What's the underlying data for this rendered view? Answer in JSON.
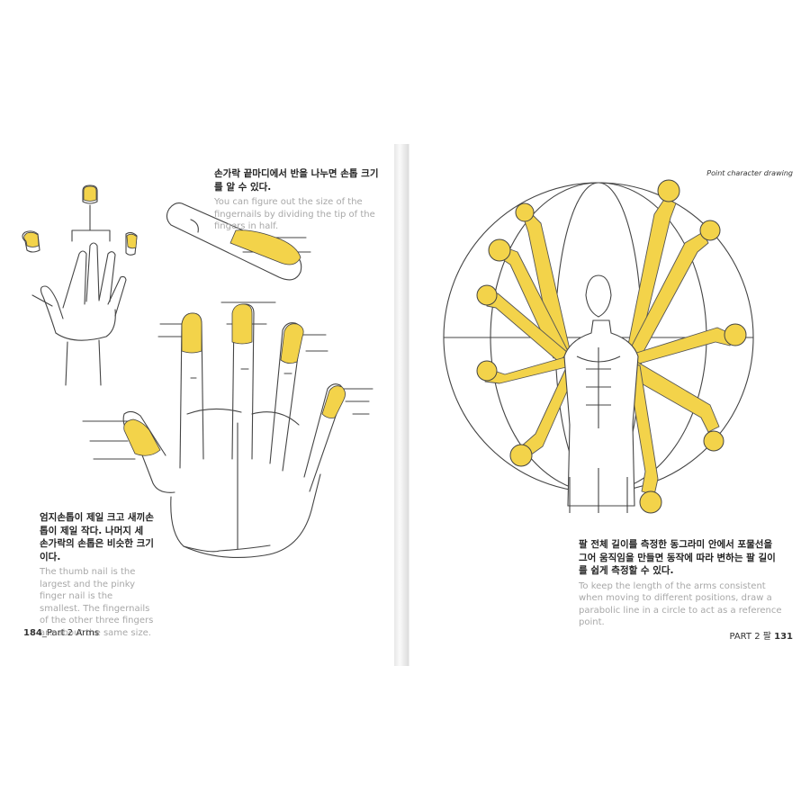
{
  "colors": {
    "highlight": "#F3D34A",
    "line": "#444444",
    "caption": "#a8a8a8"
  },
  "left_page": {
    "caption_top": {
      "korean": "손가락 끝마디에서 반을 나누면 손톱 크기를 알 수 있다.",
      "english": "You can figure out the size of the fingernails by dividing the tip of the fingers in half."
    },
    "caption_bottom": {
      "korean": "엄지손톱이 제일 크고 새끼손톱이 제일 작다. 나머지 세 손가락의 손톱은 비슷한 크기이다.",
      "english": "The thumb nail is the largest and the pinky finger nail is the smallest. The fingernails of the other three fingers are about the same size."
    },
    "folio": {
      "number": "184",
      "label": "_Part 2 Arms"
    }
  },
  "right_page": {
    "header": "Point character drawing",
    "caption": {
      "korean": "팔 전체 길이를 측정한 동그라미 안에서 포물선을 그어 움직임을 만들면 동작에 따라 변하는 팔 길이를 쉽게 측정할 수 있다.",
      "english": "To keep the length of the arms consistent when moving to different positions, draw a parabolic line in a circle to act as a reference point."
    },
    "folio": {
      "label": "PART 2 팔",
      "number": "131"
    }
  }
}
